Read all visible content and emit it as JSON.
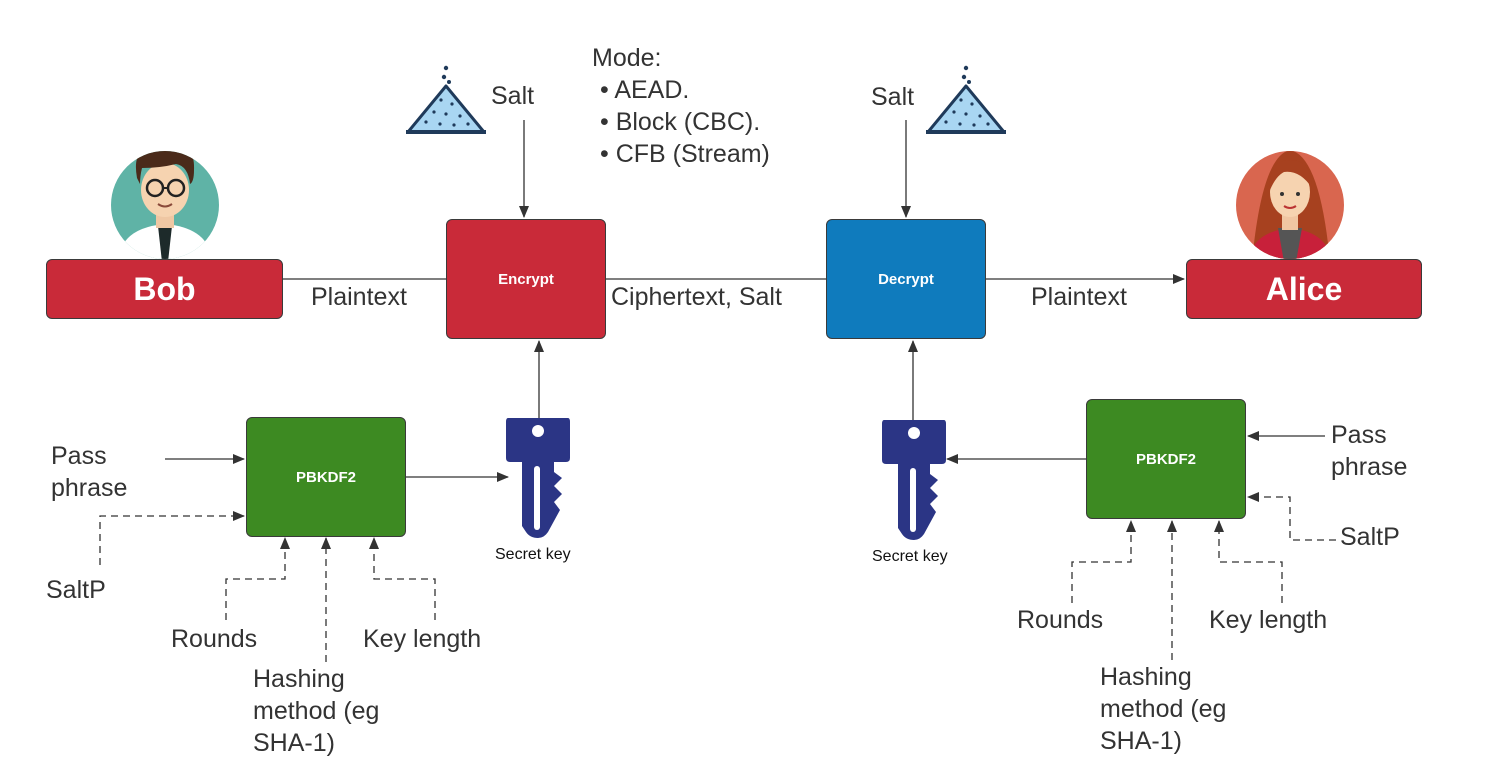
{
  "people": {
    "bob": "Bob",
    "alice": "Alice"
  },
  "boxes": {
    "encrypt": "Encrypt",
    "decrypt": "Decrypt",
    "pbkdf2_left": "PBKDF2",
    "pbkdf2_right": "PBKDF2"
  },
  "mode": {
    "title": "Mode:",
    "items": [
      "AEAD.",
      "Block (CBC).",
      "CFB (Stream)"
    ]
  },
  "labels": {
    "salt_left": "Salt",
    "salt_right": "Salt",
    "plaintext_left": "Plaintext",
    "ciphertext_salt": "Ciphertext, Salt",
    "plaintext_right": "Plaintext",
    "secret_key_left": "Secret key",
    "secret_key_right": "Secret key"
  },
  "left_kdf": {
    "pass_phrase_line1": "Pass",
    "pass_phrase_line2": "phrase",
    "saltp": "SaltP",
    "rounds": "Rounds",
    "key_length": "Key length",
    "hashing_line1": "Hashing",
    "hashing_line2": "method (eg",
    "hashing_line3": "SHA-1)"
  },
  "right_kdf": {
    "pass_phrase_line1": "Pass",
    "pass_phrase_line2": "phrase",
    "saltp": "SaltP",
    "rounds": "Rounds",
    "key_length": "Key length",
    "hashing_line1": "Hashing",
    "hashing_line2": "method (eg",
    "hashing_line3": "SHA-1)"
  },
  "colors": {
    "red": "#c92a39",
    "blue": "#0f7bbd",
    "green": "#3d8a22",
    "key": "#2b3585",
    "salt": "#a9d6f2",
    "line": "#333333"
  },
  "icons": {
    "salt": "salt-pile-icon",
    "key": "key-icon",
    "bob": "bob-avatar",
    "alice": "alice-avatar"
  }
}
